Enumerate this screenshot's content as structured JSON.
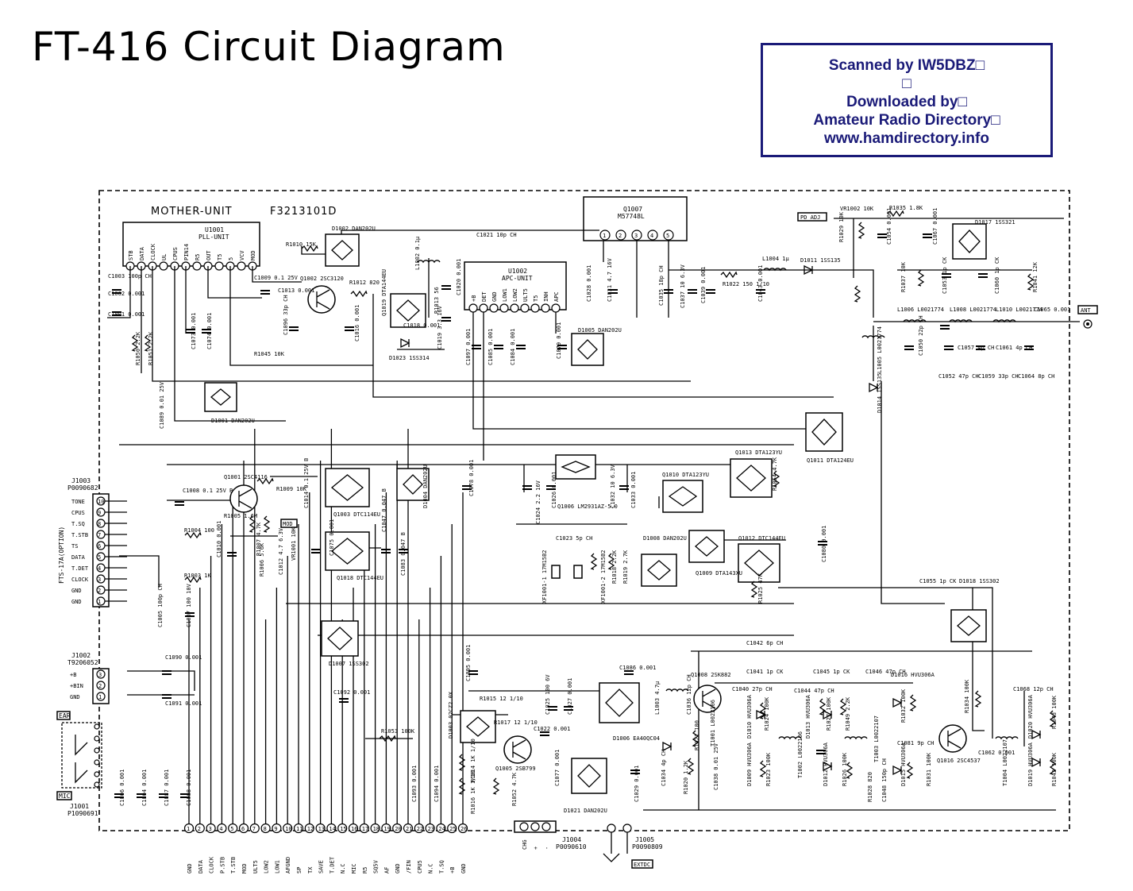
{
  "title": "FT-416 Circuit Diagram",
  "banner": {
    "line1": "Scanned by IW5DBZ□",
    "line2": "□",
    "line3": "Downloaded by□",
    "line4": "Amateur Radio Directory□",
    "line5": "www.hamdirectory.info"
  },
  "mother_unit": {
    "name": "MOTHER-UNIT",
    "code": "F3213101D"
  },
  "pll": {
    "ref": "U1001",
    "name": "PLL-UNIT",
    "pins": [
      "STB",
      "DATA",
      "CLOCK",
      "UL",
      "CPUS",
      "PIN14",
      "R5",
      "OUT",
      "T5",
      "5",
      "VCV",
      "MOD"
    ]
  },
  "apc": {
    "ref": "U1002",
    "name": "APC-UNIT",
    "pins": [
      "+B",
      "DET",
      "GND",
      "LOW1",
      "LOW2",
      "ULT5",
      "T5",
      "INH",
      "APC"
    ]
  },
  "q1007": {
    "ref": "Q1007",
    "part": "M57748L",
    "pins": [
      "1",
      "2",
      "3",
      "4",
      "5"
    ]
  },
  "j1003": {
    "ref": "J1003",
    "part": "P0090682",
    "side": "FTS-17A(OPTION)",
    "pins": [
      "TONE",
      "CPUS",
      "T.SQ",
      "T.STB",
      "TS",
      "DATA",
      "T.DET",
      "CLOCK",
      "GND",
      "GND"
    ],
    "nums": [
      "10",
      "9",
      "8",
      "7",
      "6",
      "5",
      "4",
      "3",
      "2",
      "1"
    ]
  },
  "j1002": {
    "ref": "J1002",
    "part": "T9206052",
    "pins": [
      "+B",
      "+BIN",
      "GND"
    ],
    "nums": [
      "3",
      "2",
      "1"
    ]
  },
  "j1001": {
    "ref": "J1001",
    "part": "P1090691",
    "ear": "EAR",
    "mic": "MIC"
  },
  "j1004": {
    "ref": "J1004",
    "part": "P0090610",
    "pins": [
      "CHG",
      "+",
      "-"
    ]
  },
  "j1005": {
    "ref": "J1005",
    "part": "P0090809",
    "extra": "EXTDC"
  },
  "ant": "ANT",
  "pd_adj": "PD ADJ",
  "mod": "MOD",
  "bottom_pins": {
    "labels": [
      "GND",
      "DATA",
      "CLOCK",
      "P.STB",
      "T.STB",
      "MOD",
      "ULT5",
      "LOW2",
      "LOW1",
      "AFGND",
      "SP",
      "TX",
      "SAVE",
      "T.DET",
      "N.C",
      "MIC",
      "R5",
      "SQ5V",
      "AF",
      "GND",
      "/FIN",
      "CPU5",
      "N.C",
      "T.SQ",
      "+B",
      "GND"
    ],
    "nums": [
      "1",
      "2",
      "3",
      "4",
      "5",
      "6",
      "7",
      "8",
      "9",
      "10",
      "11",
      "12",
      "13",
      "14",
      "15",
      "16",
      "17",
      "18",
      "19",
      "20",
      "21",
      "22",
      "23",
      "24",
      "25",
      "26"
    ]
  },
  "parts": {
    "c1003": "C1003 100p CH",
    "c1002": "C1002 0.001",
    "c1001": "C1001 0.001",
    "r1010": "R1010 15K",
    "q1002": "Q1002 2SC3120",
    "d1002": "D1002 DAN202U",
    "c1009": "C1009 0.1 25V",
    "c1013": "C1013 0.001",
    "c1096": "C1096 33p CH",
    "r1045": "R1045 10K",
    "c1073": "C1073 0.001",
    "c1074": "C1074 0.001",
    "r1012": "R1012 820",
    "q1019": "Q1019 DTA144EU",
    "c1016": "C1016 0.001",
    "c1018": "C1018 0.001",
    "r1013": "R1013 56",
    "c1019": "C1019 3.3 16V",
    "c1020": "C1020 0.001",
    "l1002": "L1002 0.1μ",
    "d1023": "D1023 1SS314",
    "c1021": "C1021 10p CH",
    "c1097": "C1097 0.001",
    "c1085": "C1085 0.001",
    "c1084": "C1084 0.001",
    "c1079": "C1079 0.001",
    "d1005": "D1005 DAN202U",
    "c1028": "C1028 0.001",
    "c1031": "C1031 4.7 16V",
    "c1035": "C1035 18p CH",
    "c1037": "C1037 10 6.3V",
    "c1039": "C1039 0.001",
    "r1022": "R1022 150 1/10",
    "c1043": "C1043 0.001",
    "l1004": "L1004 1μ",
    "d1011": "D1011 1SS135",
    "vr1002": "VR1002 10K",
    "r1029": "R1029 10K",
    "r1035": "R1035 1.8K",
    "c1054": "C1054 0.001",
    "c1067": "C1067 0.001",
    "d1017": "D1017 1SS321",
    "r1037": "R1037 10K",
    "c1053": "C1053 1p CK",
    "c1060": "C1060 1p CK",
    "r1041": "R1041 12K",
    "l1006": "L1006 L0021774",
    "l1008": "L1008 L0021774",
    "l1010": "L1010 L0021774",
    "c1065": "C1065 0.001",
    "l1005": "L1005 L0021774",
    "c1050": "C1050 22p CH",
    "c1057": "C1057 4p CH",
    "c1061": "C1061 4p CH",
    "c1052": "C1052 47p CH",
    "c1059": "C1059 33p CH",
    "c1064": "C1064 8p CH",
    "d1014": "D1014 1SS135",
    "q1011": "Q1011 DTA124EU",
    "d1001": "D1001 DAN202U",
    "c1089": "C1089 0.01 25V",
    "r1050": "R1050 2.2K",
    "r1051": "R1051 2.2K",
    "q1001": "Q1001 2SC4116",
    "c1008": "C1008 0.1 25V B",
    "r1009": "R1009 10K",
    "c1014": "C1014 0.1 25V B",
    "r1005": "R1005 1.6M",
    "r1007": "R1007 4.7K",
    "c1012": "C1012 4.7 6.3V",
    "vr1001": "VR1001 10K",
    "r1004": "R1004 100",
    "r1006": "R1006 5.6K",
    "c1010": "C1010 0.001",
    "c1075": "C1075 0.001",
    "q1003": "Q1003 DTC114EU",
    "q1018": "Q1018 DTC144EU",
    "d1004": "D1004 DAN202U",
    "c1047": "C1047 0.047 B",
    "c1083": "C1083 0.047 B",
    "r1003": "R1003 1K",
    "c1005": "C1005 100p CH",
    "c1007": "C1007 100 10V",
    "c1078": "C1078 0.001",
    "c1024": "C1024 2.2 16V",
    "c1026": "C1026 0.001",
    "q1006": "Q1006 LM2931AZ-5.0",
    "c1032": "C1032 10 6.3V",
    "c1033": "C1033 0.001",
    "q1010": "Q1010 DTA123YU",
    "q1013": "Q1013 DTA123YU",
    "r1054": "R1054 4.7K",
    "c1023": "C1023 5p CH",
    "xf1001_1": "XF1001-1 17M15B2",
    "xf1001_2": "XF1001-2 17M15B2",
    "r1018": "R1018 2.2K",
    "r1019": "R1019 2.7K",
    "d1008": "D1008 DAN202U",
    "q1009": "Q1009 DTA143XU",
    "q1012": "Q1012 DTC144EU",
    "r1025": "R1025 47K",
    "c1080": "C1080 0.001",
    "c1055": "C1055 1p CK",
    "d1018": "D1018 1SS302",
    "d1007": "D1007 1SS302",
    "c1042": "C1042 6p CH",
    "c1090": "C1090 0.001",
    "c1091": "C1091 0.001",
    "c1092": "C1092 0.001",
    "r1053": "R1053 100K",
    "c1095": "C1095 0.001",
    "c1086": "C1086 0.001",
    "r1015": "R1015 12 1/10",
    "r1017": "R1017 12 1/10",
    "c1025": "C1025 100 6V",
    "c1027": "C1027 0.001",
    "c1022": "C1022 0.001",
    "q1005": "Q1005 2SB799",
    "d1003": "D1003 02CZ2.0X",
    "c1093": "C1093 0.001",
    "c1094": "C1094 0.001",
    "r1014": "R1014 1K 1/10",
    "r1016": "R1016 1K 1/10",
    "r1052": "R1052 4.7K",
    "c1077": "C1077 0.001",
    "d1006": "D1006 EA40QC04",
    "d1021": "D1021 DAN202U",
    "c1029": "C1029 0.001",
    "c1006": "C1006 0.001",
    "c1004": "C1004 0.001",
    "c1087": "C1087 0.001",
    "c1088": "C1088 0.001",
    "c1011": "C1011 0.001",
    "l1003": "L1003 4.7μ",
    "q1008": "Q1008 2SK882",
    "c1036": "C1036 12p CH",
    "c1040": "C1040 27p CH",
    "c1041": "C1041 1p CK",
    "c1044": "C1044 47p CH",
    "c1045": "C1045 1p CK",
    "c1046": "C1046 47p CH",
    "d1016": "D1016 HVU306A",
    "c1068": "C1068 12p CH",
    "d1010": "D1010 HVU306A",
    "r1024": "R1024 100K",
    "t1001": "T1001 L0022106",
    "t1002": "T1002 L0022106",
    "d1013": "D1013 HVU306A",
    "r1027": "R1027 100K",
    "r1049": "R1049 2.2K",
    "t1003": "T1003 L0022107",
    "r1032": "R1032 100K",
    "r1034": "R1034 100K",
    "c1081": "C1081 9p CH",
    "q1016": "Q1016 2SC4537",
    "c1062": "C1062 0.001",
    "t1004": "T1004 L0022107",
    "d1020": "D1020 HVU306A",
    "r1043": "R1043 100K",
    "d1019": "D1019 HVU306A",
    "r1042": "R1042 100K",
    "r1021": "R1021 100",
    "c1034": "C1034 4p CH",
    "c1038": "C1038 0.01 25V",
    "r1020": "R1020 1.2K",
    "d1009": "D1009 HVU306A",
    "r1023": "R1023 100K",
    "d1012": "D1012 HVU306A",
    "r1026": "R1026 100K",
    "r1028": "R1028 820",
    "c1048": "C1048 150p CH",
    "d1015": "D1015 HVU306A",
    "r1031": "R1031 100K"
  }
}
